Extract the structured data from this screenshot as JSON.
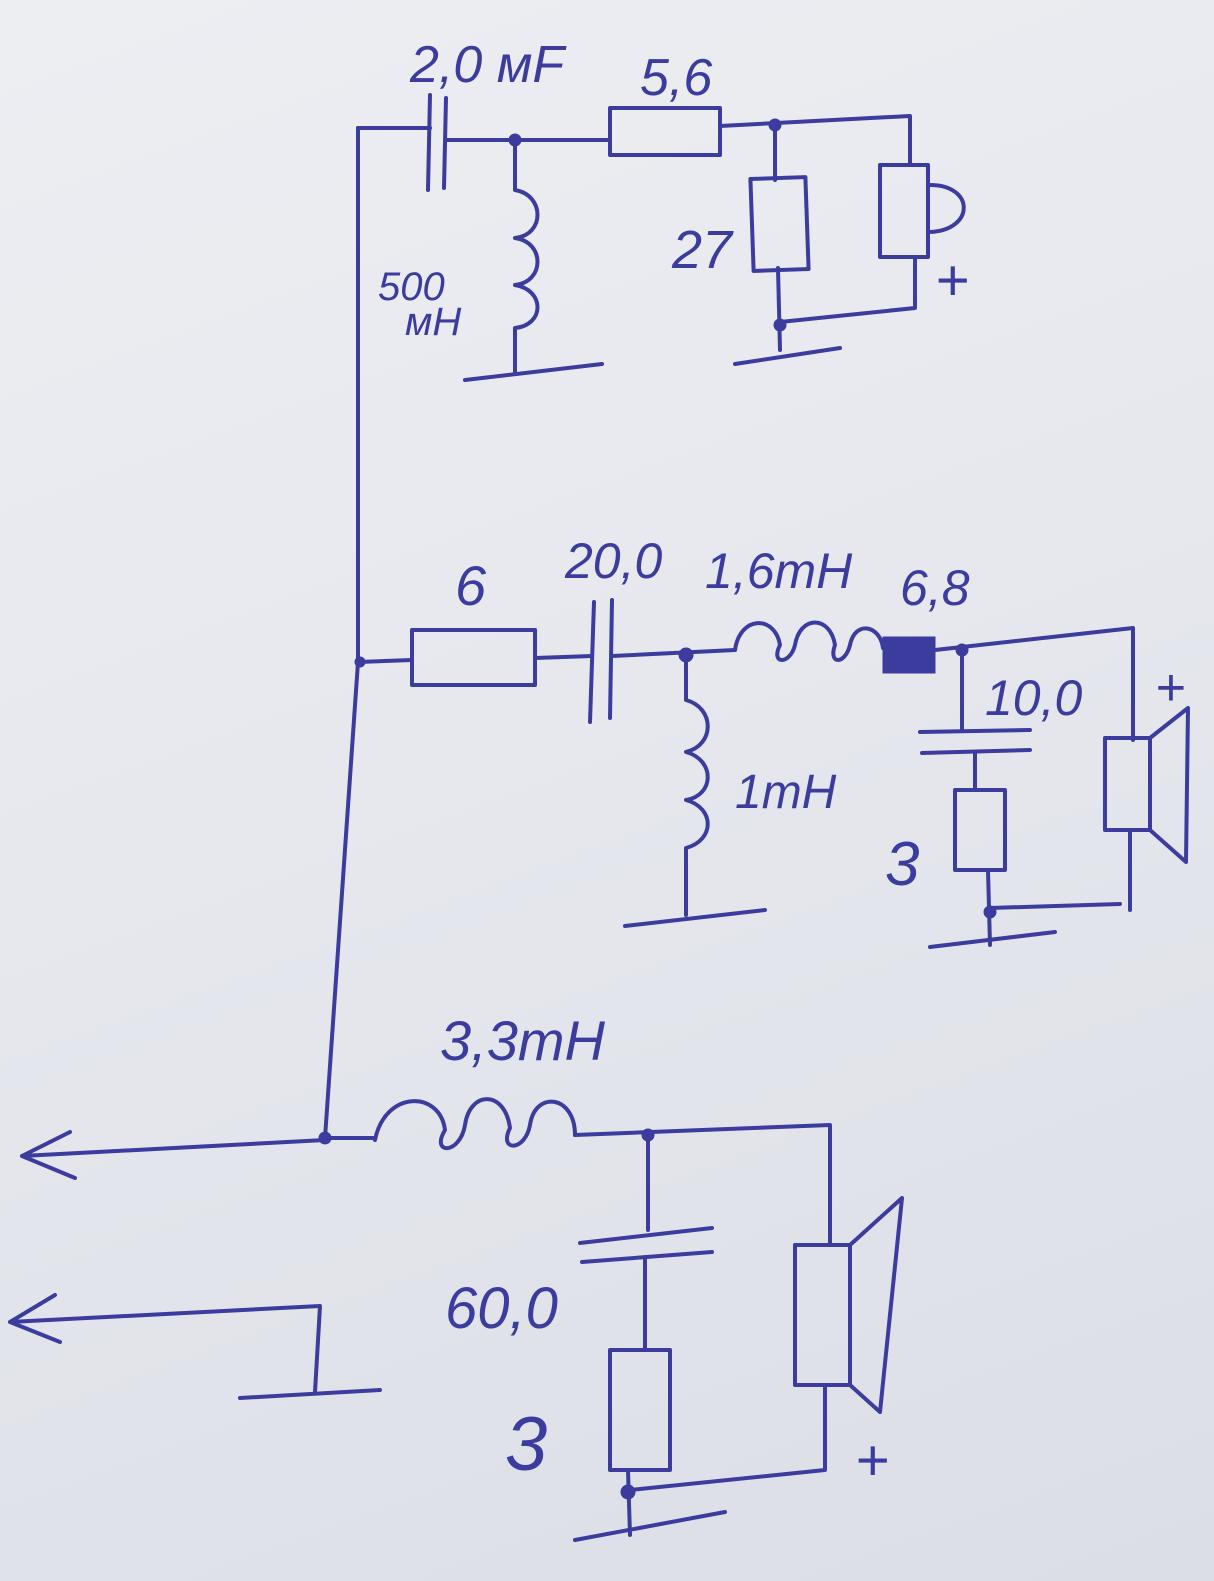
{
  "tweeter_branch": {
    "capacitor_label": "2,0 мF",
    "series_resistor_label": "5,6",
    "shunt_resistor_label": "27",
    "inductor_label_value": "500",
    "inductor_label_unit": "мН",
    "polarity": "+"
  },
  "midrange_branch": {
    "series_resistor_label": "6",
    "capacitor_label": "20,0",
    "series_inductor_label": "1,6mH",
    "small_resistor_label": "6,8",
    "shunt_inductor_label": "1mH",
    "zobel_capacitor_label": "10,0",
    "zobel_resistor_label": "3",
    "polarity": "+"
  },
  "woofer_branch": {
    "inductor_label": "3,3mH",
    "zobel_capacitor_label": "60,0",
    "zobel_resistor_label": "3",
    "polarity": "+"
  },
  "colors": {
    "ink": "#3b3c9e",
    "paper": "#e8eaef"
  }
}
